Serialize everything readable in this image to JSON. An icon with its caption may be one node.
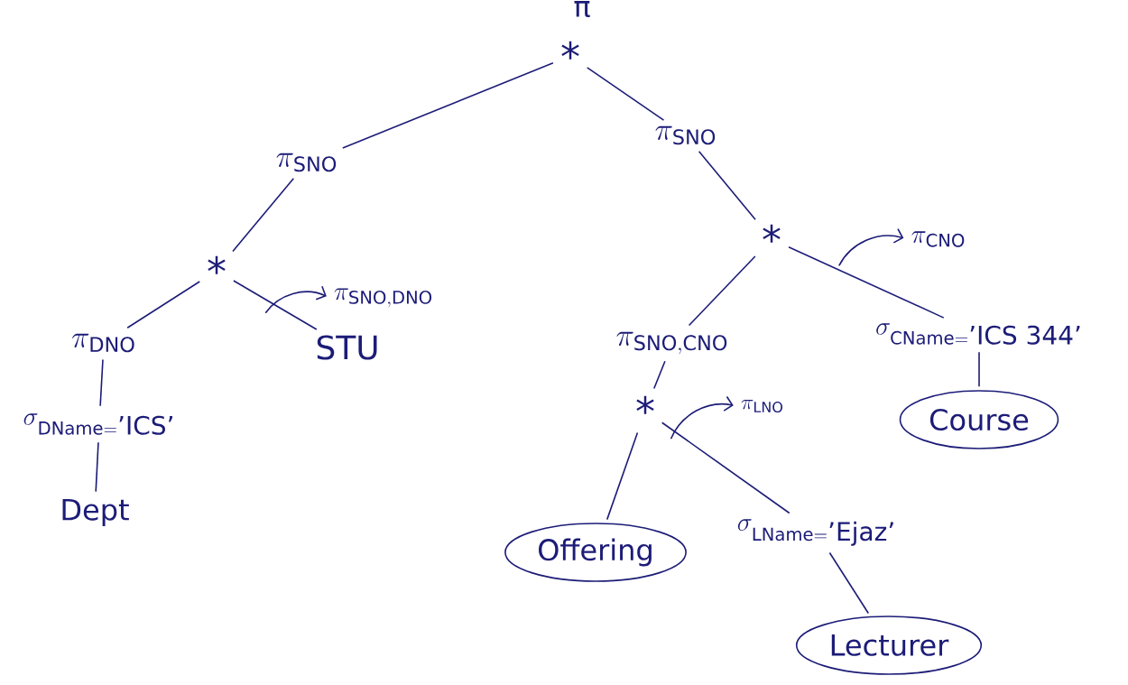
{
  "diagram": {
    "nodes": [
      {
        "text": [
          "*"
        ]
      },
      {
        "text": [
          "\\pi_{\\mathrm{SNO}}"
        ]
      },
      {
        "text": [
          "\\pi_{\\mathrm{SNO}}"
        ]
      },
      {
        "text": [
          "*"
        ]
      },
      {
        "text": [
          "\\pi_{\\mathrm{DNO}}"
        ]
      },
      {
        "text": [
          "STU"
        ]
      },
      {
        "text": [
          "\\sigma_{\\mathrm{DName} = \\textrm{'ICS'}}"
        ]
      },
      {
        "text": [
          "Dept"
        ]
      },
      {
        "text": [
          "*"
        ]
      },
      {
        "text": [
          "\\pi_{\\mathrm{SNO,CNO}}"
        ]
      },
      {
        "text": [
          "\\sigma_{\\mathrm{CName} = \\textrm{'ICS 344'}}"
        ]
      },
      {
        "text": [
          "Course"
        ]
      },
      {
        "text": [
          "*"
        ]
      },
      {
        "text": [
          "Offering"
        ]
      },
      {
        "text": [
          "\\sigma_{\\mathrm{LName} = \\textrm{'Ejaz'}}"
        ]
      },
      {
        "text": [
          "Lecturer"
        ]
      },
      {
        "text": [
          "\\pi_{\\mathrm{SNO,DNO}}"
        ]
      },
      {
        "text": [
          "\\pi_{\\mathrm{CNO}}"
        ]
      },
      {
        "text": [
          "\\pi_{\\mathrm{LNO}}"
        ]
      }
    ],
    "edges": [
      {
        "from": 0,
        "to": 1,
        "arrow": "none"
      },
      {
        "from": 0,
        "to": 2,
        "arrow": "none"
      },
      {
        "from": 1,
        "to": 3,
        "arrow": "none"
      },
      {
        "from": 3,
        "to": 4,
        "arrow": "none"
      },
      {
        "from": 3,
        "to": 5,
        "arrow": "none"
      },
      {
        "from": 4,
        "to": 6,
        "arrow": "none"
      },
      {
        "from": 6,
        "to": 7,
        "arrow": "none"
      },
      {
        "from": 2,
        "to": 8,
        "arrow": "none"
      },
      {
        "from": 8,
        "to": 9,
        "arrow": "none"
      },
      {
        "from": 8,
        "to": 10,
        "arrow": "none"
      },
      {
        "from": 10,
        "to": 11,
        "arrow": "none"
      },
      {
        "from": 9,
        "to": 12,
        "arrow": "none"
      },
      {
        "from": 12,
        "to": 13,
        "arrow": "none"
      },
      {
        "from": 12,
        "to": 14,
        "arrow": "none"
      },
      {
        "from": 14,
        "to": 15,
        "arrow": "none"
      },
      {
        "from": null,
        "to": 16,
        "arrow": "to"
      },
      {
        "from": null,
        "to": 17,
        "arrow": "to"
      },
      {
        "from": null,
        "to": 18,
        "arrow": "to"
      }
    ],
    "labels": [
      "π"
    ]
  }
}
